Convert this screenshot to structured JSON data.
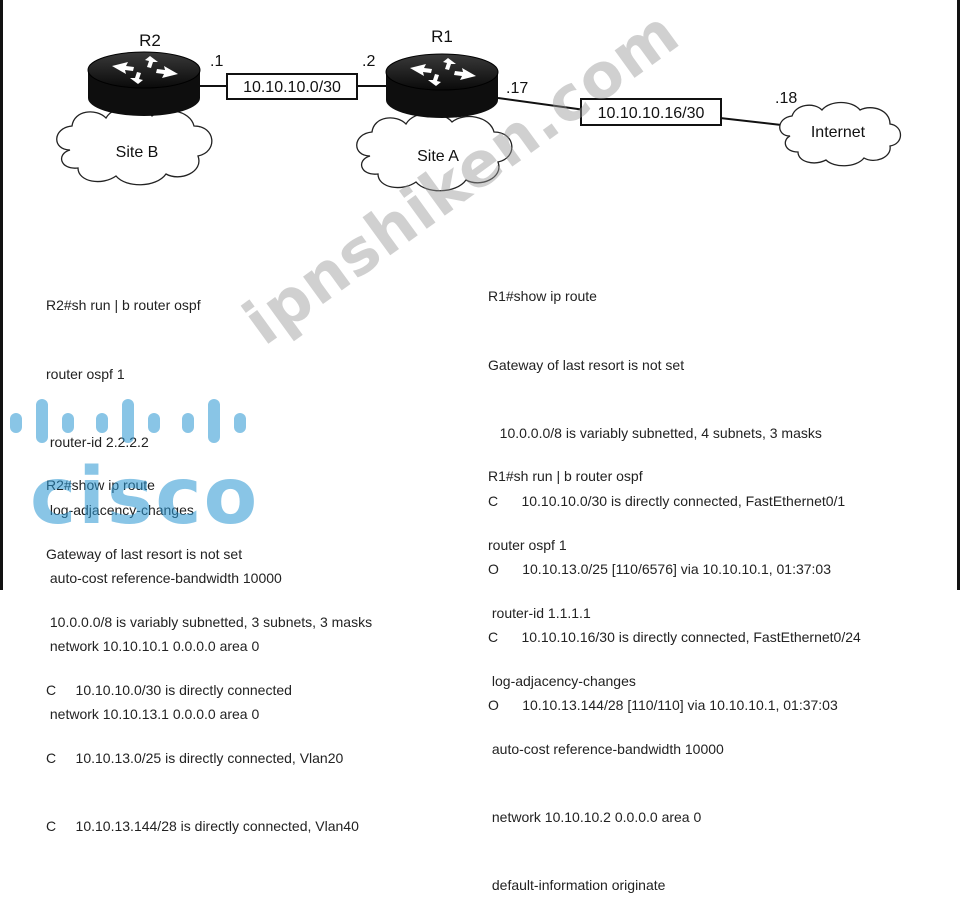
{
  "topology": {
    "routers": [
      {
        "name": "R2",
        "interface_label": ".1"
      },
      {
        "name": "R1",
        "interface_left_label": ".2",
        "interface_right_label": ".17"
      }
    ],
    "links": [
      {
        "subnet": "10.10.10.0/30"
      },
      {
        "subnet": "10.10.10.16/30"
      }
    ],
    "clouds": [
      {
        "label": "Site B"
      },
      {
        "label": "Site A"
      },
      {
        "label": "Internet",
        "address_label": ".18"
      }
    ]
  },
  "r2_config": {
    "lines": [
      "R2#sh run | b router ospf",
      "router ospf 1",
      " router-id 2.2.2.2",
      " log-adjacency-changes",
      " auto-cost reference-bandwidth 10000",
      " network 10.10.10.1 0.0.0.0 area 0",
      " network 10.10.13.1 0.0.0.0 area 0"
    ]
  },
  "r2_route": {
    "lines": [
      "R2#show ip route",
      "Gateway of last resort is not set",
      " 10.0.0.0/8 is variably subnetted, 3 subnets, 3 masks",
      "C     10.10.10.0/30 is directly connected",
      "C     10.10.13.0/25 is directly connected, Vlan20",
      "C     10.10.13.144/28 is directly connected, Vlan40"
    ]
  },
  "r1_route": {
    "lines": [
      "R1#show ip route",
      "Gateway of last resort is not set",
      "   10.0.0.0/8 is variably subnetted, 4 subnets, 3 masks",
      "C      10.10.10.0/30 is directly connected, FastEthernet0/1",
      "O      10.10.13.0/25 [110/6576] via 10.10.10.1, 01:37:03",
      "C      10.10.10.16/30 is directly connected, FastEthernet0/24",
      "O      10.10.13.144/28 [110/110] via 10.10.10.1, 01:37:03"
    ]
  },
  "r1_config": {
    "lines": [
      "R1#sh run | b router ospf",
      "router ospf 1",
      " router-id 1.1.1.1",
      " log-adjacency-changes",
      " auto-cost reference-bandwidth 10000",
      " network 10.10.10.2 0.0.0.0 area 0",
      " default-information originate"
    ]
  },
  "watermark": {
    "site_text": "ipnshiken.com",
    "logo_word": "cisco"
  }
}
